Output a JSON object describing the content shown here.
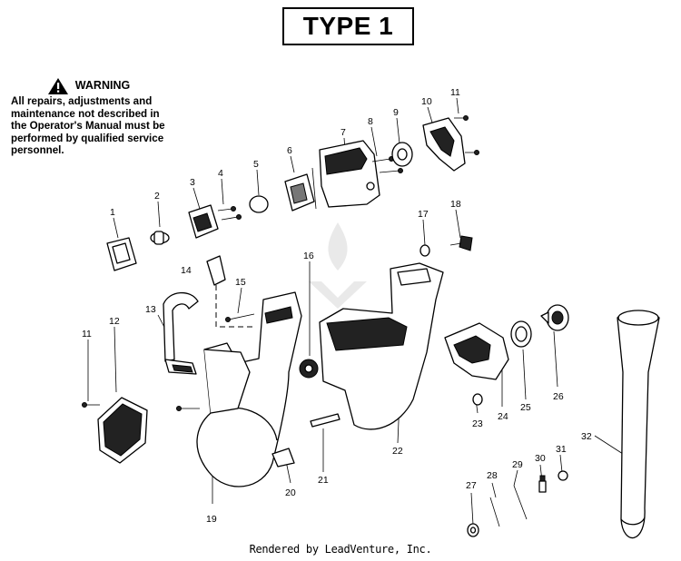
{
  "title": "TYPE 1",
  "warning": {
    "heading": "WARNING",
    "lines": [
      "All repairs, adjustments and",
      "maintenance not described in",
      "the Operator's Manual must be",
      "performed by qualified service",
      "personnel."
    ]
  },
  "footer": "Rendered by LeadVenture, Inc.",
  "part_numbers": [
    "1",
    "2",
    "3",
    "4",
    "5",
    "6",
    "7",
    "8",
    "9",
    "10",
    "11",
    "12",
    "13",
    "14",
    "15",
    "16",
    "17",
    "18",
    "19",
    "20",
    "21",
    "22",
    "23",
    "24",
    "25",
    "26",
    "27",
    "28",
    "29",
    "30",
    "31",
    "32",
    "11"
  ],
  "colors": {
    "ink": "#000000",
    "paper": "#ffffff",
    "shade": "#222222",
    "watermark": "#e9e9e9"
  }
}
